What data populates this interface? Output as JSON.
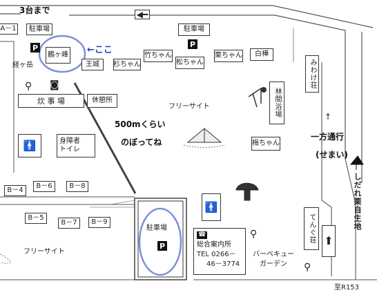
{
  "notes": {
    "three_cars": "3台まで",
    "here": "←ここ",
    "distance": "500mくらい",
    "climb": "のぼってね",
    "one_way": "一方通行",
    "narrow": "(せまい)",
    "up_arrow": "↑"
  },
  "labels": {
    "lodge_a1": "A－1",
    "parking_top_left": "駐車場",
    "parking_top_right": "駐車場",
    "parking_bottom": "駐車場",
    "tsurugamine": "鶴ヶ峰",
    "keigamine": "経ヶ岳",
    "oujou": "王城",
    "suginchan": "杉ちゃん",
    "takechan": "竹ちゃん",
    "matsuchan": "松ちゃん",
    "kurichan": "栗ちゃん",
    "shirakaba": "白樺",
    "miwake": "みわけ荘",
    "rinkan": "林間浴場",
    "suijiba": "炊 事 場",
    "kyukei": "休憩所",
    "free_site_top": "フリーサイト",
    "free_site_bottom": "フリーサイト",
    "umechan": "梅ちゃん",
    "toilet_accessible_1": "身障者",
    "toilet_accessible_2": "トイレ",
    "b4": "B－4",
    "b6": "B－6",
    "b8": "B－8",
    "b5": "B－5",
    "b7": "B－7",
    "b9": "B－9",
    "info_1": "総合案内所",
    "info_2": "TEL 0266－",
    "info_3": "46－3774",
    "bbq_1": "バーベキュー",
    "bbq_2": "ガーデン",
    "tengu": "てんぐ荘",
    "shidare": "しだれ栗自生地",
    "to_r153": "至R153",
    "parking_symbol": "P"
  },
  "colors": {
    "highlight_circle": "#7d8fd6",
    "note_blue": "#2b3fa8",
    "line": "#333333"
  },
  "icons": [
    "left-arrow-sign-icon",
    "up-arrow-sign-icon",
    "parking-icon",
    "faucet-icon",
    "pot-icon",
    "tent-icon",
    "mushroom-icon",
    "telephone-icon",
    "tree-icon",
    "restroom-icon",
    "wheelchair-icon"
  ]
}
